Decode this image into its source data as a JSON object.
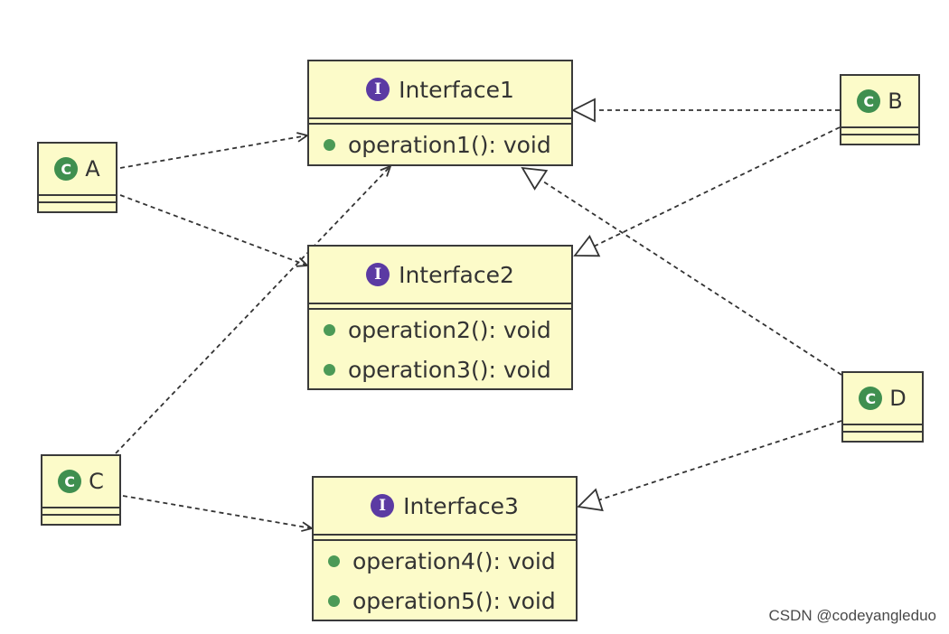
{
  "interfaces": {
    "interface1": {
      "name": "Interface1",
      "stereotype": "I",
      "operations": [
        "operation1(): void"
      ]
    },
    "interface2": {
      "name": "Interface2",
      "stereotype": "I",
      "operations": [
        "operation2(): void",
        "operation3(): void"
      ]
    },
    "interface3": {
      "name": "Interface3",
      "stereotype": "I",
      "operations": [
        "operation4(): void",
        "operation5(): void"
      ]
    }
  },
  "classes": {
    "a": {
      "name": "A",
      "stereotype": "C"
    },
    "b": {
      "name": "B",
      "stereotype": "C"
    },
    "c": {
      "name": "C",
      "stereotype": "C"
    },
    "d": {
      "name": "D",
      "stereotype": "C"
    }
  },
  "relations": [
    {
      "from": "A",
      "to": "Interface1",
      "kind": "dependency"
    },
    {
      "from": "A",
      "to": "Interface2",
      "kind": "dependency"
    },
    {
      "from": "C",
      "to": "Interface1",
      "kind": "dependency"
    },
    {
      "from": "C",
      "to": "Interface3",
      "kind": "dependency"
    },
    {
      "from": "B",
      "to": "Interface1",
      "kind": "realization"
    },
    {
      "from": "B",
      "to": "Interface2",
      "kind": "realization"
    },
    {
      "from": "D",
      "to": "Interface1",
      "kind": "realization"
    },
    {
      "from": "D",
      "to": "Interface3",
      "kind": "realization"
    }
  ],
  "watermark": "CSDN @codeyangleduo",
  "colors": {
    "box_fill": "#fcfbc9",
    "box_border": "#3a3a3a",
    "interface_badge": "#5b3aa3",
    "class_badge": "#3f8f4f",
    "operation_dot": "#4c9a57",
    "connector": "#333333"
  }
}
